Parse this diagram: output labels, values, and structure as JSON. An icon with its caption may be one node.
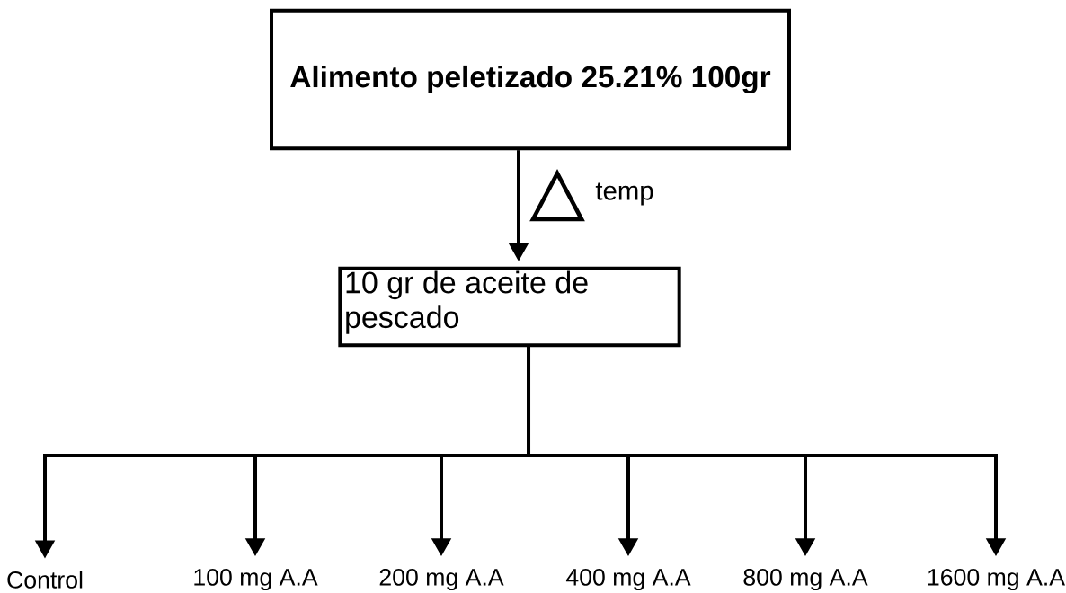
{
  "diagram": {
    "nodes": [
      {
        "text": [
          "Alimento peletizado 25.21% 100gr"
        ]
      },
      {
        "text": [
          "10 gr de aceite de pescado"
        ]
      },
      {
        "text": [
          "Control"
        ]
      },
      {
        "text": [
          "100 mg A.A"
        ]
      },
      {
        "text": [
          "200 mg A.A"
        ]
      },
      {
        "text": [
          "400 mg A.A"
        ]
      },
      {
        "text": [
          "800 mg A.A"
        ]
      },
      {
        "text": [
          "1600 mg A.A"
        ]
      }
    ],
    "edges": [
      {
        "from": 0,
        "to": 1,
        "arrow": "to",
        "label": "temp"
      },
      {
        "from": 1,
        "to": 2,
        "arrow": "to"
      },
      {
        "from": 1,
        "to": 3,
        "arrow": "to"
      },
      {
        "from": 1,
        "to": 4,
        "arrow": "to"
      },
      {
        "from": 1,
        "to": 5,
        "arrow": "to"
      },
      {
        "from": 1,
        "to": 6,
        "arrow": "to"
      },
      {
        "from": 1,
        "to": 7,
        "arrow": "to"
      }
    ]
  }
}
